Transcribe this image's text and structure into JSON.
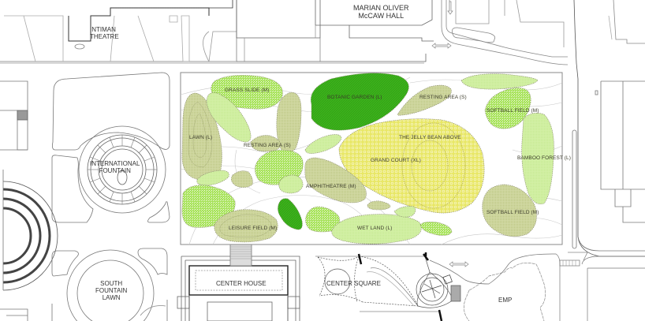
{
  "map": {
    "title": "Seattle Center Site Plan",
    "colors": {
      "dark_green": "#3cb31c",
      "light_green": "#cdee9c",
      "bright_green": "#a6e45a",
      "olive": "#cfd7a0",
      "yellow": "#e9e86a",
      "line": "#8a8a8a",
      "contour": "#c8c8c8"
    },
    "buildings": {
      "intiman_theatre": [
        "INTIMAN",
        "THEATRE"
      ],
      "mccaw_hall": [
        "MARIAN OLIVER",
        "McCAW HALL"
      ],
      "international_fountain": [
        "INTERNATIONAL",
        "FOUNTAIN"
      ],
      "south_fountain_lawn": [
        "SOUTH",
        "FOUNTAIN",
        "LAWN"
      ],
      "center_house": "CENTER HOUSE",
      "center_square": "CENTER SQUARE",
      "emp": "EMP"
    },
    "zones": [
      {
        "id": "grass-slide",
        "label": "GRASS SLIDE (M)",
        "type": "bright_green"
      },
      {
        "id": "botanic-garden",
        "label": "BOTANIC GARDEN (L)",
        "type": "dark_green"
      },
      {
        "id": "resting-area-top",
        "label": "RESTING AREA (S)",
        "type": "olive"
      },
      {
        "id": "softball-field-top",
        "label": "SOFTBALL FIELD (M)",
        "type": "bright_green"
      },
      {
        "id": "lawn",
        "label": "LAWN (L)",
        "type": "olive"
      },
      {
        "id": "resting-area-left",
        "label": "RESTING AREA (S)",
        "type": "olive"
      },
      {
        "id": "jelly-bean",
        "label": "THE JELLY BEAN ABOVE",
        "type": "yellow"
      },
      {
        "id": "grand-court",
        "label": "GRAND COURT (XL)",
        "type": "yellow"
      },
      {
        "id": "bamboo-forest",
        "label": "BAMBOO FOREST (L)",
        "type": "light_green"
      },
      {
        "id": "amphitheatre",
        "label": "AMPHITHEATRE (M)",
        "type": "olive"
      },
      {
        "id": "softball-field-bottom",
        "label": "SOFTBALL FIELD (M)",
        "type": "olive"
      },
      {
        "id": "leisure-field",
        "label": "LEISURE FIELD (M)",
        "type": "olive"
      },
      {
        "id": "wet-land",
        "label": "WET LAND (L)",
        "type": "light_green"
      }
    ]
  }
}
